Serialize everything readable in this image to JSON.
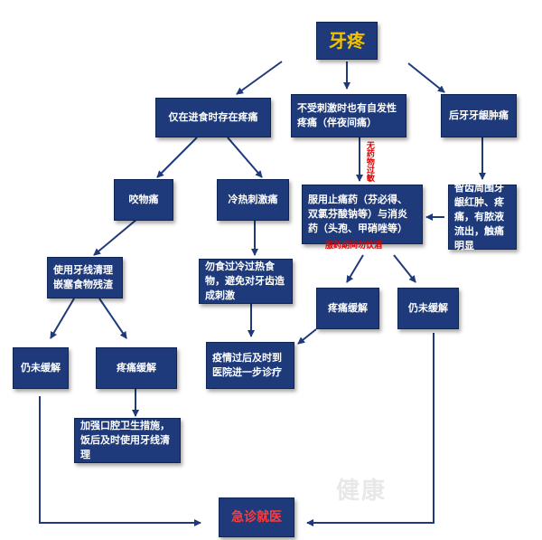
{
  "nodes": {
    "title": "牙疼",
    "eating_only": "仅在进食时存在疼痛",
    "spontaneous": "不受刺激时也有自发性疼痛（伴夜间痛）",
    "gum_swelling": "后牙牙龈肿痛",
    "bite_pain": "咬物痛",
    "hot_cold": "冷热刺激痛",
    "floss": "使用牙线清理嵌塞食物残渣",
    "avoid_food": "勿食过冷过热食物，避免对牙齿造成刺激",
    "painkiller": "服用止痛药（芬必得、双氯芬酸钠等）与消炎药（头孢、甲硝唑等）",
    "wisdom_tooth": "智齿周围牙龈红肿、疼痛，有脓液流出，触痛明显",
    "relieved_left": "疼痛缓解",
    "not_relieved_left": "仍未缓解",
    "hygiene": "加强口腔卫生措施，饭后及时使用牙线清理",
    "relieved_mid": "疼痛缓解",
    "not_relieved_right": "仍未缓解",
    "after_epidemic": "疫情过后及时到医院进一步诊疗",
    "emergency": "急诊就医"
  },
  "notes": {
    "no_allergy": "无药物过敏",
    "no_alcohol": "服药期间勿饮酒"
  },
  "watermark": "健康",
  "colors": {
    "node_fill": "#1e3a7a",
    "title_text": "#f2c200",
    "emergency_text": "#ff3b3b",
    "note_text": "#e00000"
  }
}
